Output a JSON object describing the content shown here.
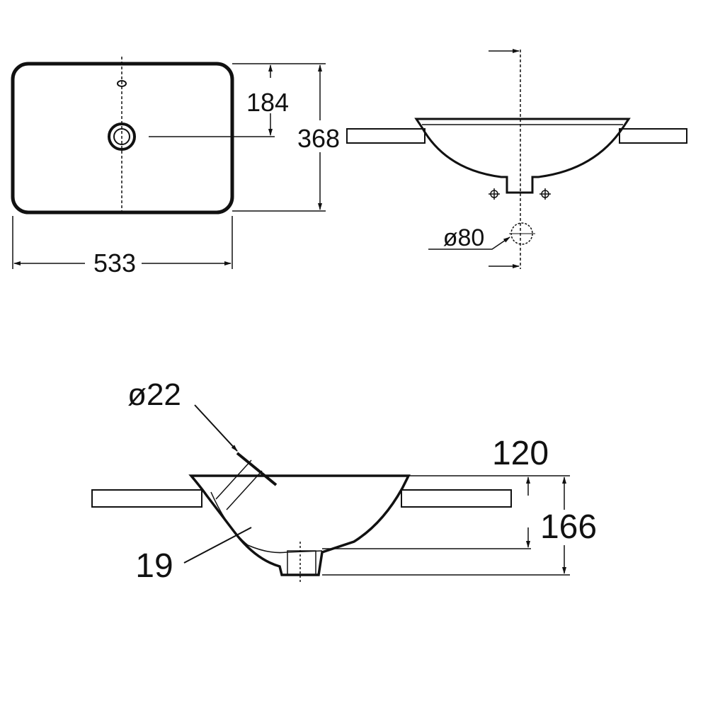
{
  "colors": {
    "line": "#111111",
    "background": "#ffffff"
  },
  "top_view": {
    "width": "533",
    "height": "368",
    "drain_offset": "184"
  },
  "front_view": {
    "drain_diameter": "ø80"
  },
  "section_view": {
    "overflow_diameter": "ø22",
    "inner_depth": "120",
    "total_depth": "166",
    "overflow_offset": "19"
  }
}
